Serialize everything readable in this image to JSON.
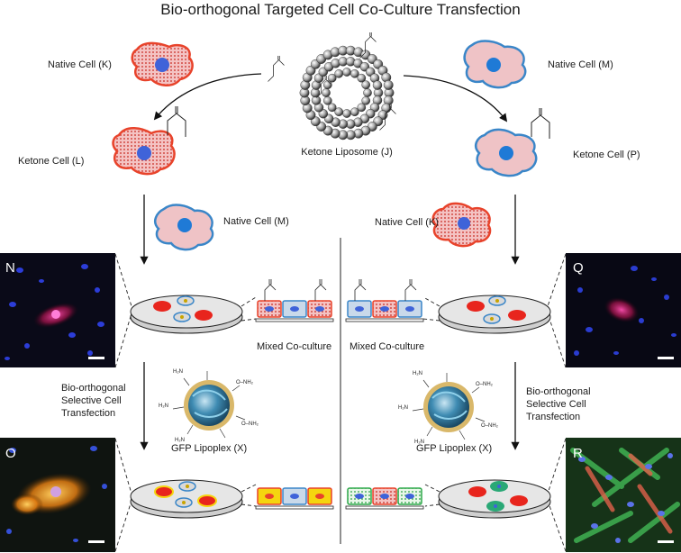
{
  "title": "Bio-orthogonal Targeted Cell Co-Culture Transfection",
  "labels": {
    "native_k_top": "Native Cell (K)",
    "native_m_top": "Native Cell (M)",
    "ketone_cell_l": "Ketone Cell (L)",
    "ketone_cell_p": "Ketone Cell (P)",
    "ketone_liposome": "Ketone Liposome (J)",
    "native_m_mid": "Native Cell (M)",
    "native_k_mid": "Native Cell (K)",
    "mixed_left": "Mixed Co-culture",
    "mixed_right": "Mixed Co-culture",
    "transfection_left": [
      "Bio-orthogonal",
      "Selective Cell",
      "Transfection"
    ],
    "transfection_right": [
      "Bio-orthogonal",
      "Selective Cell",
      "Transfection"
    ],
    "lipoplex_left": "GFP Lipoplex (X)",
    "lipoplex_right": "GFP Lipoplex (X)"
  },
  "panels": {
    "n": "N",
    "o": "O",
    "q": "Q",
    "r": "R"
  },
  "chem": {
    "amine": "O–NH₂",
    "h2n": "H₂N"
  },
  "colors": {
    "ketone_red": "#e8432b",
    "native_blue": "#3a86c8",
    "cell_pink": "#efc3c6",
    "nucleus_blue": "#3f63d9",
    "gfp_green": "#2ea84a",
    "yellow": "#f5d50f",
    "dish_fill": "#e6e6e6"
  }
}
